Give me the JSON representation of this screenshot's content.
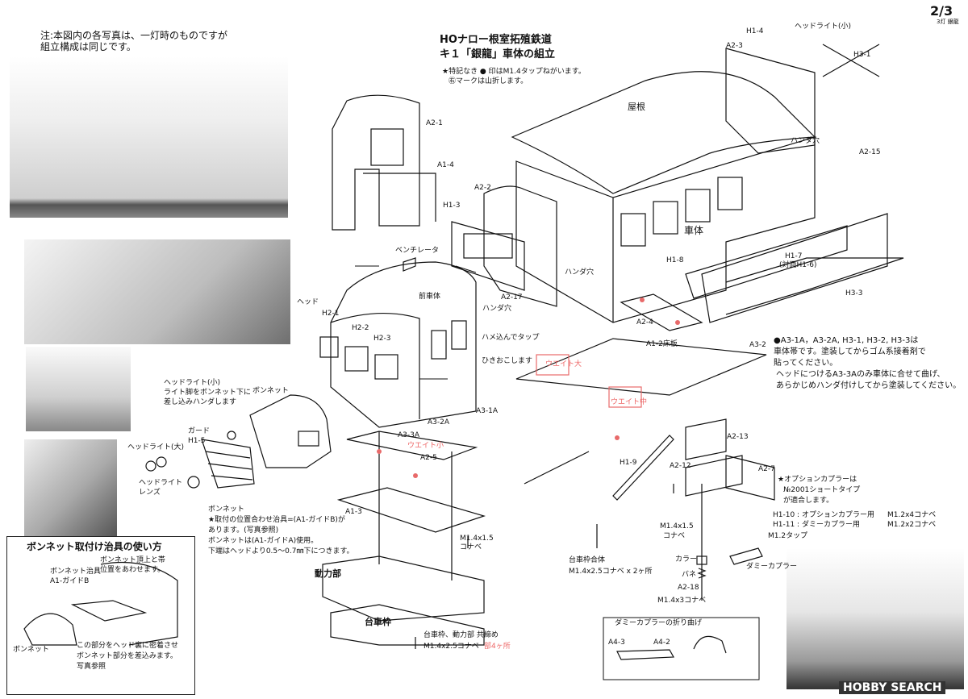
{
  "page": {
    "number": "2/3",
    "sub": "3灯 銀龍"
  },
  "top_note": {
    "line1": "注:本図内の各写真は、一灯時のものですが",
    "line2": "組立構成は同じです。"
  },
  "title": {
    "line1": "HOナロー根室拓殖鉄道",
    "line2": "キ１「銀龍」車体の組立"
  },
  "legend": {
    "line1": "★特記なき ● 印はM1.4タップねがいます。",
    "line2": "㊨マークは山折します。"
  },
  "labels": {
    "a2_1": "A2-1",
    "a1_4": "A1-4",
    "a2_2": "A2-2",
    "h1_3": "H1-3",
    "h1_4": "H1-4",
    "a2_3": "A2-3",
    "headlight_small_top": "ヘッドライト(小)",
    "h3_1": "H3-1",
    "roof": "屋根",
    "handa_hole": "ハンダ穴",
    "a2_15": "A2-15",
    "shatai": "車体",
    "h1_8": "H1-8",
    "h1_7": "H1-7",
    "h1_7_note": "(対面H1-6)",
    "h3_3": "H3-3",
    "ventilator": "ベンチレータ",
    "mae_shatai": "前車体",
    "head": "ヘッド",
    "h2_1": "H2-1",
    "h2_2": "H2-2",
    "h2_3": "H2-3",
    "a2_17": "A2-17",
    "handa_ana2": "ハンダ穴",
    "hamekomi": "ハメ込んでタップ",
    "hikiokoshi": "ひきおこします",
    "handa_ana3": "ハンダ穴",
    "a2_4": "A2-4",
    "a1_2": "A1-2床板",
    "a3_2": "A3-2",
    "weight_big": "ウエイト大",
    "weight_mid": "ウエイト中",
    "weight_small": "ウエイト小",
    "a3_1a": "A3-1A",
    "a3_2a": "A3-2A",
    "a3_3a": "A3-3A",
    "a2_5": "A2-5",
    "a1_3": "A1-3",
    "bonnet": "ボンネット",
    "headlight_small_note1": "ヘッドライト(小)",
    "headlight_small_note2": "ライト脚をボンネット下に",
    "headlight_small_note3": "差し込みハンダします",
    "guard": "ガード",
    "h1_5": "H1-5",
    "headlight_big": "ヘッドライト(大)",
    "headlight_lens1": "ヘッドライト",
    "headlight_lens2": "レンズ",
    "m14x15": "M1.4x1.5",
    "konabe": "コナベ",
    "douryoku": "動力部",
    "daishawaku": "台車枠",
    "bogie_note1": "台車枠合体",
    "bogie_note2": "M1.4x2.5コナベ x 2ヶ所",
    "h1_9": "H1-9",
    "a2_12": "A2-12",
    "a2_13": "A2-13",
    "a2_7": "A2-7",
    "m14x15b": "M1.4x1.5",
    "konabe2": "コナベ",
    "collar": "カラー",
    "bane": "バネ",
    "a2_18": "A2-18",
    "m14x3": "M1.4x3コナベ",
    "dummy_coupler": "ダミーカプラー",
    "h1_10": "H1-10 : オプションカプラー用",
    "h1_11": "H1-11 : ダミーカプラー用",
    "m12x4": "M1.2x4コナベ",
    "m12x2": "M1.2x2コナベ",
    "m12tap": "M1.2タップ",
    "dummy_bend": "ダミーカプラーの折り曲げ",
    "a4_3": "A4-3",
    "a4_2": "A4-2",
    "shared1": "台車枠、動力部 共締め",
    "shared2": "M1.4x2.5コナベ",
    "shared3": "部4ヶ所"
  },
  "note_a3": {
    "line1": "●A3-1A，A3-2A, H3-1, H3-2, H3-3は",
    "line2": "車体帯です。塗装してからゴム系接着剤で",
    "line3": "貼ってください。",
    "line4": "ヘッドにつけるA3-3Aのみ車体に合せて曲げ、",
    "line5": "あらかじめハンダ付けしてから塗装してください。"
  },
  "note_option": {
    "line1": "★オプションカプラーは",
    "line2": "№2001ショートタイプ",
    "line3": "が適合します。"
  },
  "note_bonnet": {
    "line1": "ボンネット",
    "line2": "★取付の位置合わせ治具=(A1-ガイドB)が",
    "line3": "あります。(写真参照)",
    "line4": "ボンネットは(A1-ガイドA)使用。",
    "line5": "下端はヘッドより0.5〜0.7㎜下につきます。"
  },
  "jig_box": {
    "title": "ボンネット取付け治具の使い方",
    "guide1": "ボンネット治具",
    "guide2": "A1-ガイドB",
    "top1": "ボンネット頂上と帯",
    "top2": "位置をあわせます。",
    "bonnet": "ボンネット",
    "note1": "この部分をヘッド裏に密着させ",
    "note2": "ボンネット部分を差込みます。",
    "note3": "写真参照"
  },
  "watermark": "HOBBY SEARCH",
  "colors": {
    "ink": "#111111",
    "pink": "#e86a6a",
    "photo": "#e6e6e6"
  }
}
